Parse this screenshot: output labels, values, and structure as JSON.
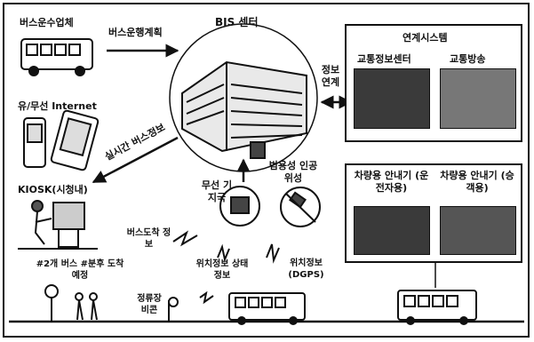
{
  "center": {
    "title": "BIS 센터"
  },
  "left_sources": {
    "bus_company": "버스운수업체",
    "wired_wireless": "유/무선 Internet",
    "kiosk": "KIOSK(시청내)"
  },
  "arrows": {
    "bus_operation_plan": "버스운행계획",
    "realtime_bus_info": "실시간 버스정보",
    "info_link": "정보 연계"
  },
  "links_box": {
    "title": "연계시스템",
    "traffic_info_center": "교통정보센터",
    "traffic_broadcast": "교통방송"
  },
  "mid": {
    "wireless_base_station": "무선 기지국",
    "commercial_satellite": "범용성 인공위성",
    "bus_arrival_info": "버스도착 정보",
    "location_status_info": "위치정보 상태정보",
    "location_dgps": "위치정보 (DGPS)",
    "bus_stop_display": "#2개 버스 #분후 도착예정",
    "beacon": "정류장 비콘"
  },
  "display_box": {
    "driver_display": "차량용 안내기 (운전자용)",
    "passenger_display": "차량용 안내기 (승객용)"
  },
  "colors": {
    "ink": "#111111",
    "photo_dark": "#3a3a3a",
    "paper": "#ffffff"
  }
}
